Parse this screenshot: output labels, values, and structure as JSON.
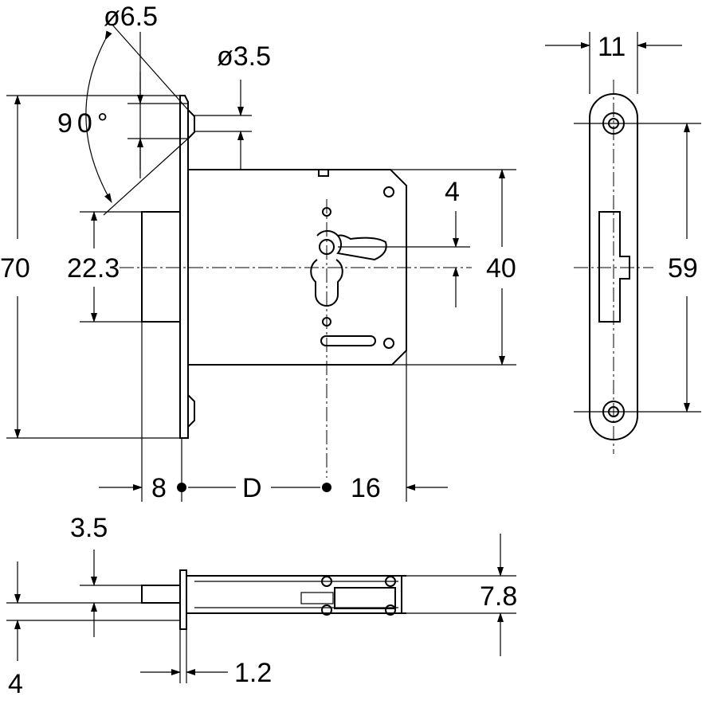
{
  "drawing": {
    "line_color": "#000000",
    "background": "#ffffff",
    "front_view": {
      "countersink_diameter": "ø6.5",
      "hole_diameter": "ø3.5",
      "countersink_angle": "90°",
      "faceplate_height": "70",
      "bolt_height": "22.3",
      "keyhole_offset": "4",
      "body_height": "40",
      "faceplate_depth": "8",
      "backset": "D",
      "rear_distance": "16"
    },
    "strike_plate_view": {
      "width": "11",
      "hole_spacing": "59"
    },
    "bottom_view": {
      "bolt_offset": "3.5",
      "body_thickness": "7.8",
      "plate_offset": "4",
      "plate_thickness": "1.2"
    }
  }
}
